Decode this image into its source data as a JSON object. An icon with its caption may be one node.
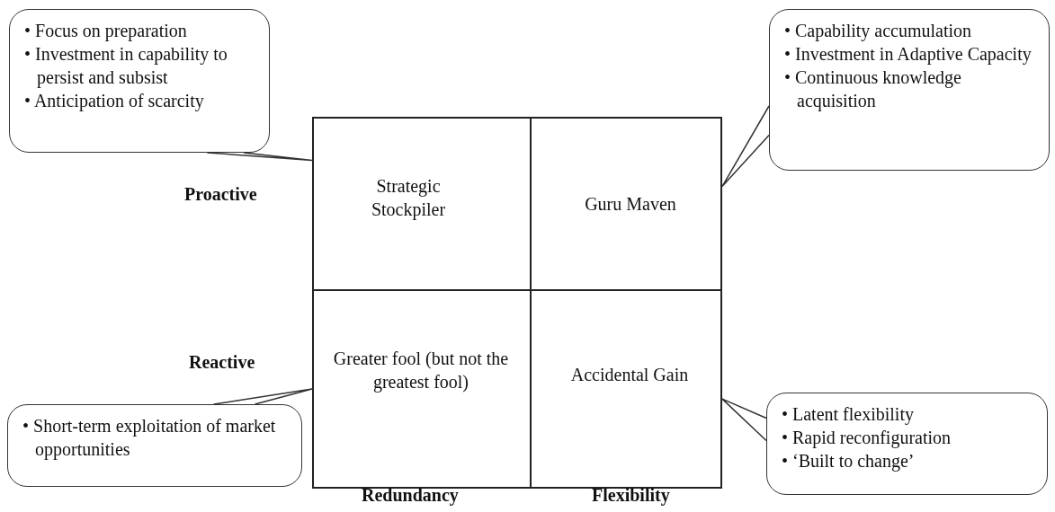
{
  "diagram": {
    "nodes": [
      {
        "text": [
          "• Focus on preparation",
          "• Investment in capability to persist and subsist",
          "• Anticipation of scarcity"
        ]
      },
      {
        "text": [
          "• Capability accumulation",
          "• Investment in Adaptive Capacity",
          "• Continuous knowledge acquisition"
        ]
      },
      {
        "text": [
          "Strategic Stockpiler"
        ]
      },
      {
        "text": [
          "Guru Maven"
        ]
      },
      {
        "text": [
          "Greater fool (but not the greatest fool)"
        ]
      },
      {
        "text": [
          "Accidental Gain"
        ]
      },
      {
        "text": [
          "• Short-term exploitation of market opportunities"
        ]
      },
      {
        "text": [
          "• Latent flexibility",
          "• Rapid reconfiguration",
          "• ‘Built to change’"
        ]
      }
    ],
    "edges": [
      {
        "from": 0,
        "to": 2,
        "arrow": "none"
      },
      {
        "from": 1,
        "to": 3,
        "arrow": "none"
      },
      {
        "from": 6,
        "to": 4,
        "arrow": "none"
      },
      {
        "from": 7,
        "to": 5,
        "arrow": "none"
      }
    ],
    "labels": [
      "Proactive",
      "Reactive",
      "Redundancy",
      "Flexibility"
    ]
  }
}
